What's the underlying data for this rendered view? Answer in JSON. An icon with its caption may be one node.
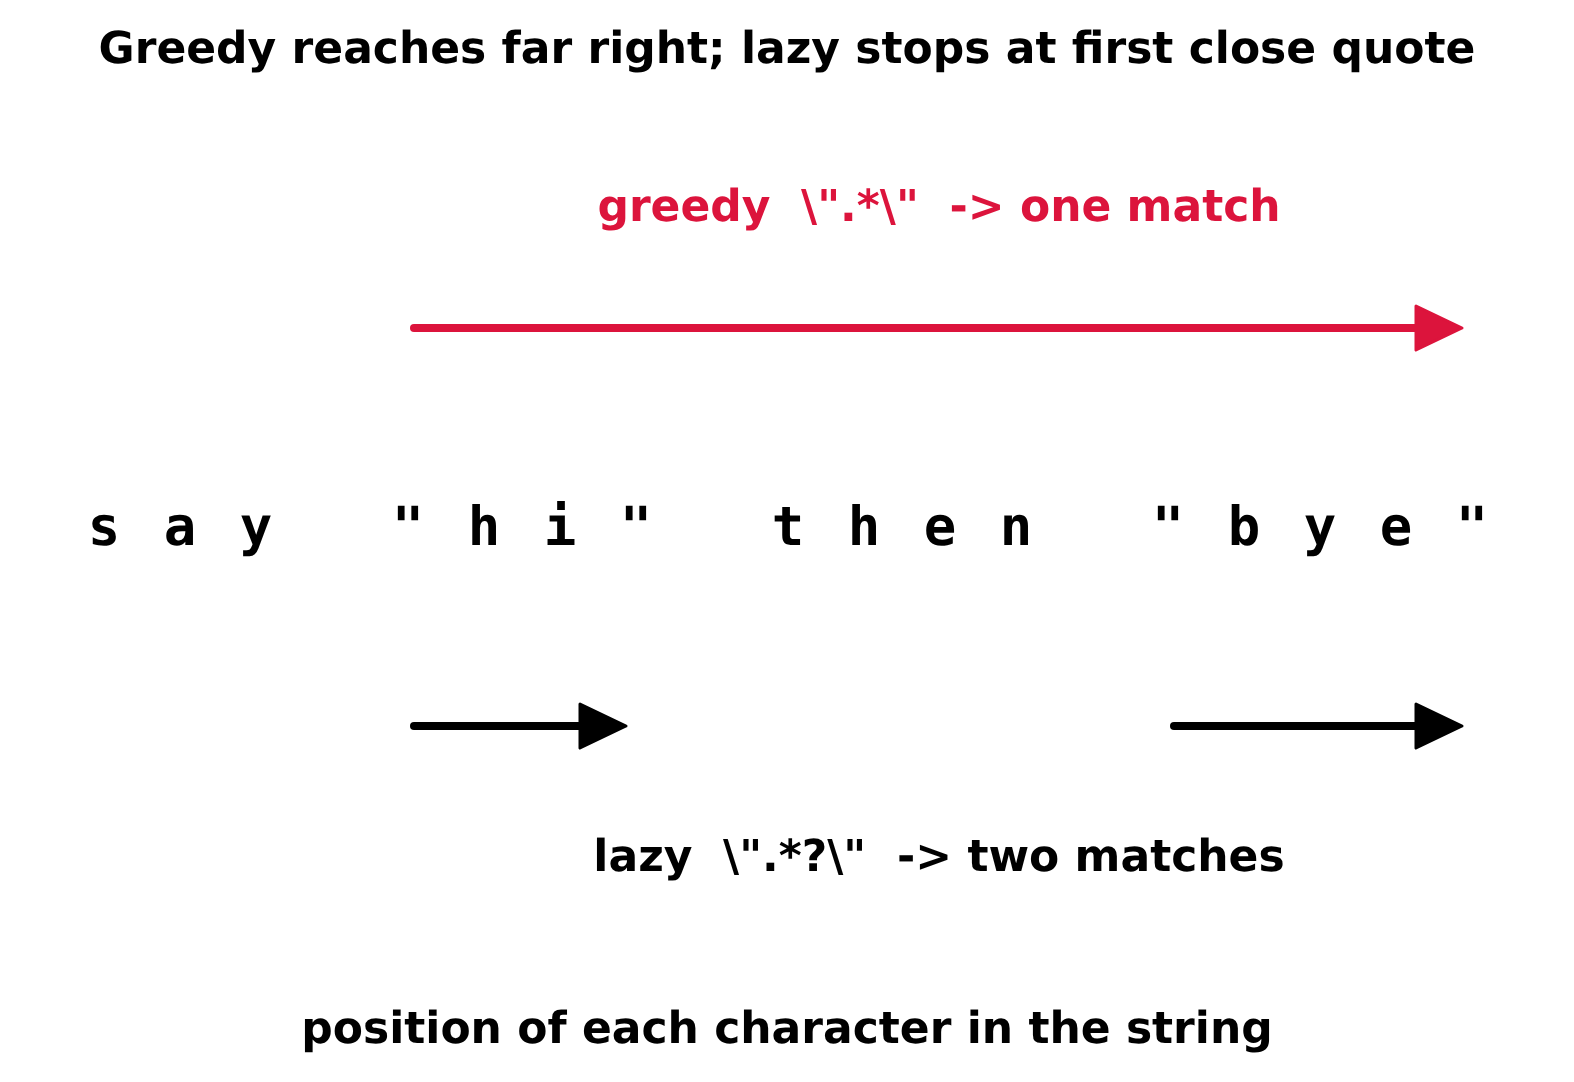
{
  "diagram": {
    "title": "Greedy reaches far right; lazy stops at first close quote",
    "labels": [
      "greedy  \\\".*\\\"  -> one match",
      "s a y",
      "\" h i \"",
      "t h e n",
      "\" b y e \"",
      "lazy  \\\".*?\\\"  -> two matches",
      "position of each character in the string"
    ]
  }
}
